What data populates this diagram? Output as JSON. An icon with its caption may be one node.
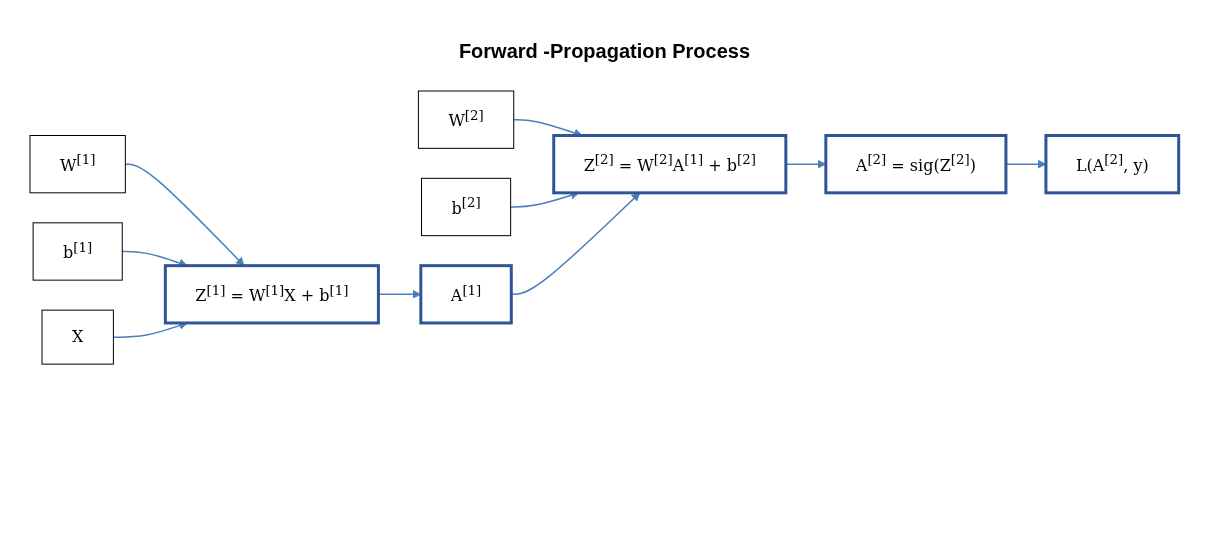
{
  "diagram": {
    "title": "Forward -Propagation Process",
    "nodes": [
      {
        "text": [
          "W$^{[1]}$"
        ]
      },
      {
        "text": [
          "b$^{[1]}$"
        ]
      },
      {
        "text": [
          "X"
        ]
      },
      {
        "text": [
          "Z$^{[1]}$ = W$^{[1]}$X + b$^{[1]}$"
        ]
      },
      {
        "text": [
          "A$^{[1]}$"
        ]
      },
      {
        "text": [
          "W$^{[2]}$"
        ]
      },
      {
        "text": [
          "b$^{[2]}$"
        ]
      },
      {
        "text": [
          "Z$^{[2]}$ = W$^{[2]}$A$^{[1]}$ + b$^{[2]}$"
        ]
      },
      {
        "text": [
          "A$^{[2]}$ = sig(Z$^{[2]}$)"
        ]
      },
      {
        "text": [
          "L(A$^{[2]}$, y)"
        ]
      }
    ],
    "edges": [
      {
        "from": 0,
        "to": 3,
        "arrow": "to"
      },
      {
        "from": 1,
        "to": 3,
        "arrow": "to"
      },
      {
        "from": 2,
        "to": 3,
        "arrow": "to"
      },
      {
        "from": 3,
        "to": 4,
        "arrow": "to"
      },
      {
        "from": 5,
        "to": 7,
        "arrow": "to"
      },
      {
        "from": 6,
        "to": 7,
        "arrow": "to"
      },
      {
        "from": 4,
        "to": 7,
        "arrow": "to"
      },
      {
        "from": 7,
        "to": 8,
        "arrow": "to"
      },
      {
        "from": 8,
        "to": 9,
        "arrow": "to"
      }
    ]
  }
}
